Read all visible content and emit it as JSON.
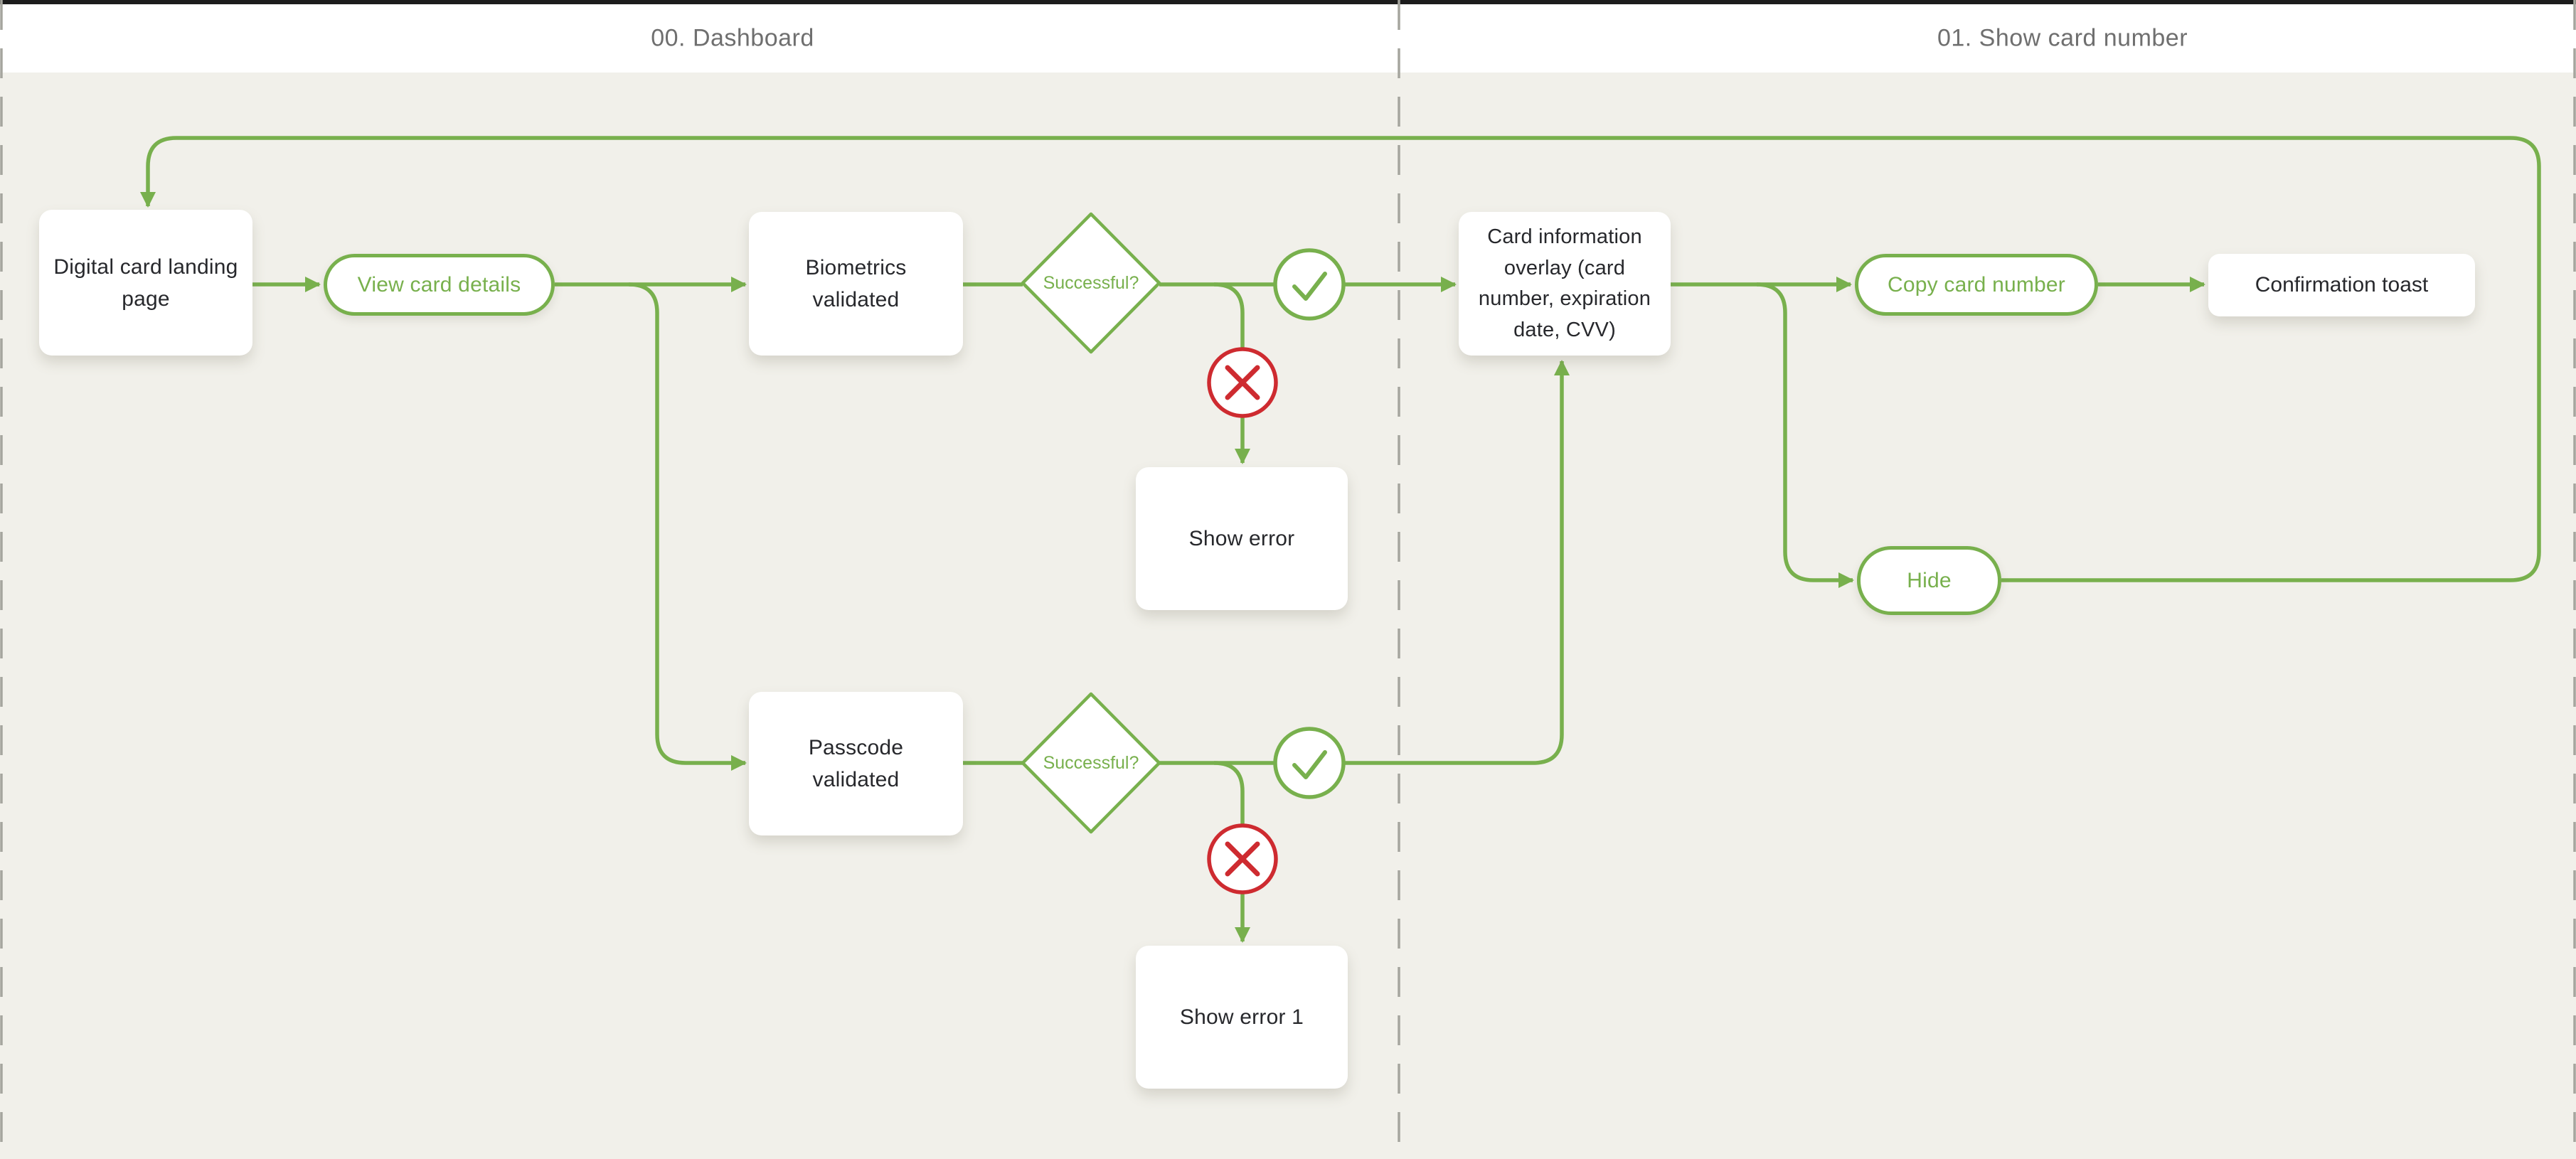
{
  "header": {
    "sections": [
      {
        "label": "00. Dashboard"
      },
      {
        "label": "01. Show card number"
      }
    ]
  },
  "colors": {
    "green": "#78b04d",
    "red": "#ce2b30",
    "bg": "#f1f0ea"
  },
  "flow": {
    "landing_page": {
      "label": "Digital card landing page"
    },
    "view_card_details": {
      "label": "View card details"
    },
    "biometrics": {
      "label": "Biometrics validated"
    },
    "biometrics_decision": {
      "label": "Successful?"
    },
    "show_error": {
      "label": "Show error"
    },
    "passcode": {
      "label": "Passcode validated"
    },
    "passcode_decision": {
      "label": "Successful?"
    },
    "show_error_1": {
      "label": "Show error 1"
    },
    "card_info_overlay": {
      "label": "Card information overlay (card number, expiration date, CVV)"
    },
    "copy_card_number": {
      "label": "Copy card number"
    },
    "confirmation_toast": {
      "label": "Confirmation toast"
    },
    "hide": {
      "label": "Hide"
    }
  }
}
